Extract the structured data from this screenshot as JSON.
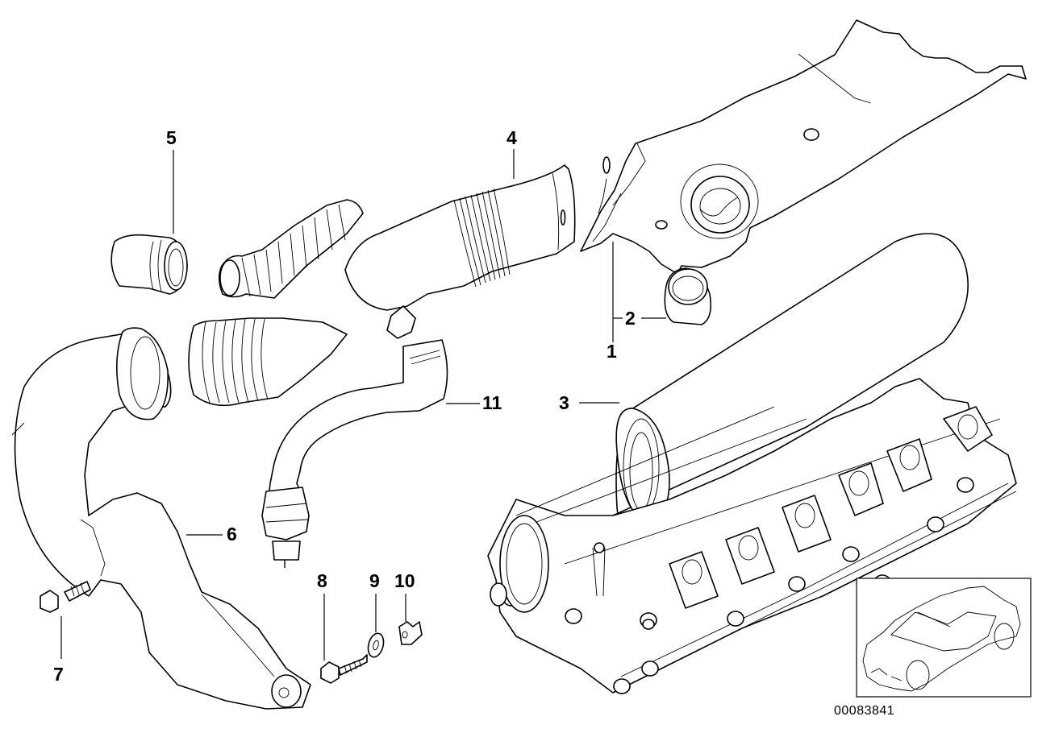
{
  "diagram": {
    "type": "exploded parts diagram",
    "subject": "Intake air ducting / engine cover assembly",
    "diagram_number": "00083841",
    "vehicle_thumbnail": "sedan-outline",
    "line_color": "#000000",
    "background_color": "#ffffff"
  },
  "callouts": [
    {
      "id": "1",
      "label": "1",
      "part": "engine-cover"
    },
    {
      "id": "2",
      "label": "2",
      "part": "grommet"
    },
    {
      "id": "3",
      "label": "3",
      "part": "air-filter-housing-tube"
    },
    {
      "id": "4",
      "label": "4",
      "part": "intake-duct-bellows"
    },
    {
      "id": "5",
      "label": "5",
      "part": "hose-connector"
    },
    {
      "id": "6",
      "label": "6",
      "part": "air-intake-duct"
    },
    {
      "id": "7",
      "label": "7",
      "part": "hex-bolt"
    },
    {
      "id": "8",
      "label": "8",
      "part": "tapping-screw"
    },
    {
      "id": "9",
      "label": "9",
      "part": "washer"
    },
    {
      "id": "10",
      "label": "10",
      "part": "nut-clip"
    },
    {
      "id": "11",
      "label": "11",
      "part": "vent-hose"
    }
  ]
}
